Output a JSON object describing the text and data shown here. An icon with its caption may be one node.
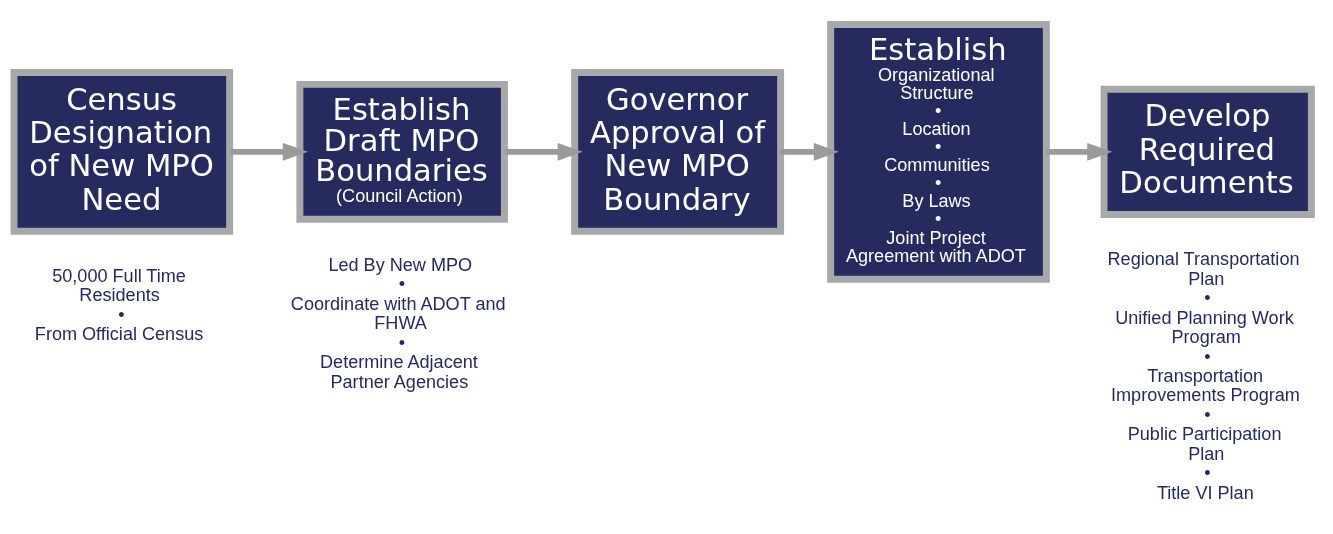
{
  "diagram": {
    "nodes": [
      {
        "text": [
          "Census Designation of New MPO Need"
        ],
        "beside": [
          "50,000 Full Time Residents",
          "•",
          "From Official Census"
        ]
      },
      {
        "text": [
          "Establish Draft MPO Boundaries",
          "(Council Action)"
        ],
        "beside": [
          "Led By New MPO",
          "•",
          "Coordinate with ADOT and FHWA",
          "•",
          "Determine Adjacent Partner Agencies"
        ]
      },
      {
        "text": [
          "Governor Approval of New MPO Boundary"
        ]
      },
      {
        "text": [
          "Establish",
          "Organizational Structure",
          "•",
          "Location",
          "•",
          "Communities",
          "•",
          "By Laws",
          "•",
          "Joint Project Agreement with ADOT"
        ]
      },
      {
        "text": [
          "Develop Required Documents"
        ],
        "beside": [
          "Regional Transportation Plan",
          "•",
          "Unified Planning Work Program",
          "•",
          "Transportation Improvements Program",
          "•",
          "Public Participation Plan",
          "•",
          "Title VI Plan"
        ]
      }
    ],
    "edges": [
      {
        "from": 0,
        "to": 1,
        "arrow": "to"
      },
      {
        "from": 1,
        "to": 2,
        "arrow": "to"
      },
      {
        "from": 2,
        "to": 3,
        "arrow": "to"
      },
      {
        "from": 3,
        "to": 4,
        "arrow": "to"
      }
    ]
  }
}
